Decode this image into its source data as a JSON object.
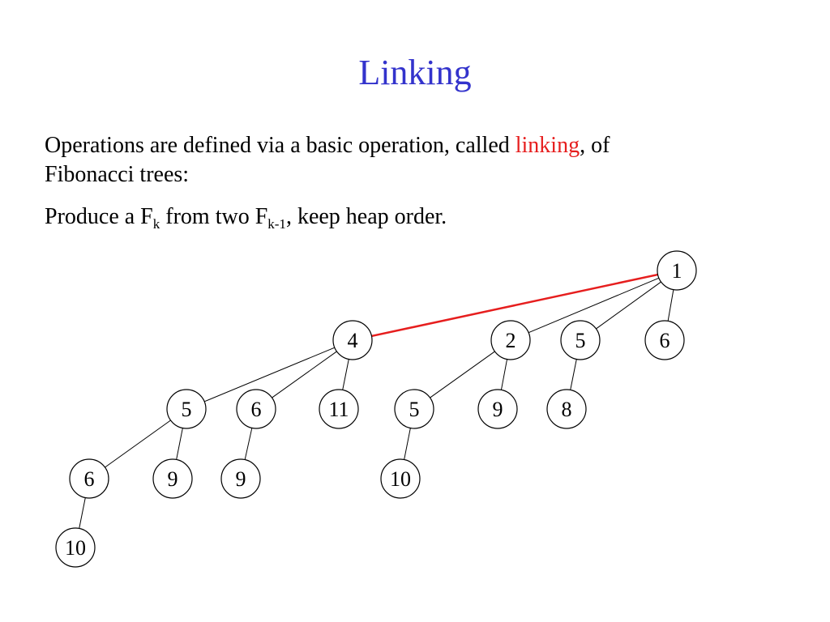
{
  "title": "Linking",
  "paragraph_1": {
    "before": "Operations are defined via a basic operation, called ",
    "highlight": "linking",
    "after_line1": ", of",
    "line2": "Fibonacci trees:"
  },
  "paragraph_2": {
    "part1": "Produce a F",
    "sub1": "k",
    "part2": " from two F",
    "sub2": "k-1",
    "part3": ", keep heap order."
  },
  "colors": {
    "title": "#3333cc",
    "highlight": "#e61e1e",
    "link_edge": "#e61e1e"
  },
  "tree": {
    "nodes": [
      {
        "id": "n1",
        "key": "1"
      },
      {
        "id": "n4",
        "key": "4"
      },
      {
        "id": "n2",
        "key": "2"
      },
      {
        "id": "n5a",
        "key": "5"
      },
      {
        "id": "n6a",
        "key": "6"
      },
      {
        "id": "n5b",
        "key": "5"
      },
      {
        "id": "n6b",
        "key": "6"
      },
      {
        "id": "n11",
        "key": "11"
      },
      {
        "id": "n5c",
        "key": "5"
      },
      {
        "id": "n9a",
        "key": "9"
      },
      {
        "id": "n8",
        "key": "8"
      },
      {
        "id": "n6c",
        "key": "6"
      },
      {
        "id": "n9b",
        "key": "9"
      },
      {
        "id": "n9c",
        "key": "9"
      },
      {
        "id": "n10a",
        "key": "10"
      },
      {
        "id": "n10b",
        "key": "10"
      }
    ],
    "edges": [
      {
        "from": "n1",
        "to": "n4",
        "link": true
      },
      {
        "from": "n1",
        "to": "n2",
        "link": false
      },
      {
        "from": "n1",
        "to": "n5a",
        "link": false
      },
      {
        "from": "n1",
        "to": "n6a",
        "link": false
      },
      {
        "from": "n4",
        "to": "n5b",
        "link": false
      },
      {
        "from": "n4",
        "to": "n6b",
        "link": false
      },
      {
        "from": "n4",
        "to": "n11",
        "link": false
      },
      {
        "from": "n2",
        "to": "n5c",
        "link": false
      },
      {
        "from": "n2",
        "to": "n9a",
        "link": false
      },
      {
        "from": "n5a",
        "to": "n8",
        "link": false
      },
      {
        "from": "n5b",
        "to": "n6c",
        "link": false
      },
      {
        "from": "n5b",
        "to": "n9b",
        "link": false
      },
      {
        "from": "n6b",
        "to": "n9c",
        "link": false
      },
      {
        "from": "n5c",
        "to": "n10a",
        "link": false
      },
      {
        "from": "n6c",
        "to": "n10b",
        "link": false
      }
    ]
  }
}
